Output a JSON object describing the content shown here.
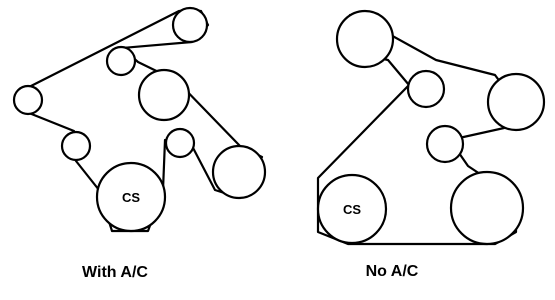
{
  "diagrams": [
    {
      "caption": "With A/C",
      "crank_label": "CS"
    },
    {
      "caption": "No A/C",
      "crank_label": "CS"
    }
  ]
}
